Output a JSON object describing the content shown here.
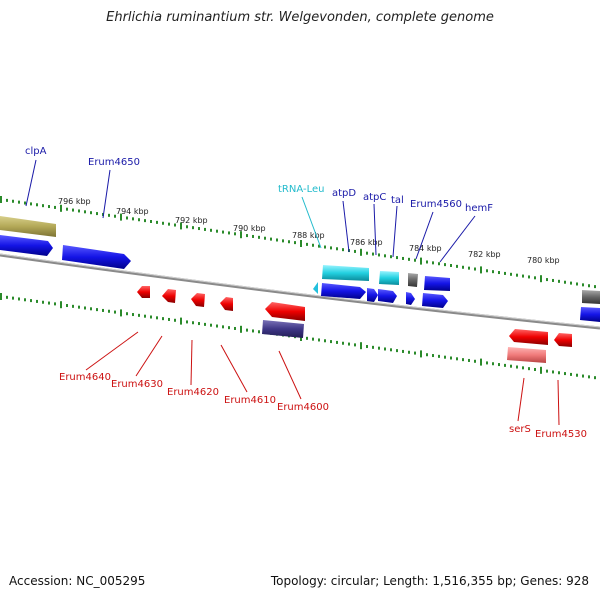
{
  "title": "Ehrlichia ruminantium str. Welgevonden, complete genome",
  "footer": {
    "accession": "Accession: NC_005295",
    "stats": "Topology: circular; Length: 1,516,355 bp; Genes: 928"
  },
  "colors": {
    "forward_gene": "#1a1aee",
    "reverse_gene": "#ee1111",
    "trna": "#22ccdd",
    "tick": "#2a8a2a",
    "backbone": "#777777",
    "forward_label": "#1a1aa8",
    "reverse_label": "#cc1111",
    "trna_label": "#22bbcc"
  },
  "scale_labels": [
    "796 kbp",
    "794 kbp",
    "792 kbp",
    "790 kbp",
    "788 kbp",
    "786 kbp",
    "784 kbp",
    "782 kbp",
    "780 kbp"
  ],
  "forward_labels": [
    "clpA",
    "Erum4650",
    "tRNA-Leu",
    "atpD",
    "atpC",
    "tal",
    "Erum4560",
    "hemF"
  ],
  "reverse_labels": [
    "Erum4640",
    "Erum4630",
    "Erum4620",
    "Erum4610",
    "Erum4600",
    "serS",
    "Erum4530"
  ]
}
